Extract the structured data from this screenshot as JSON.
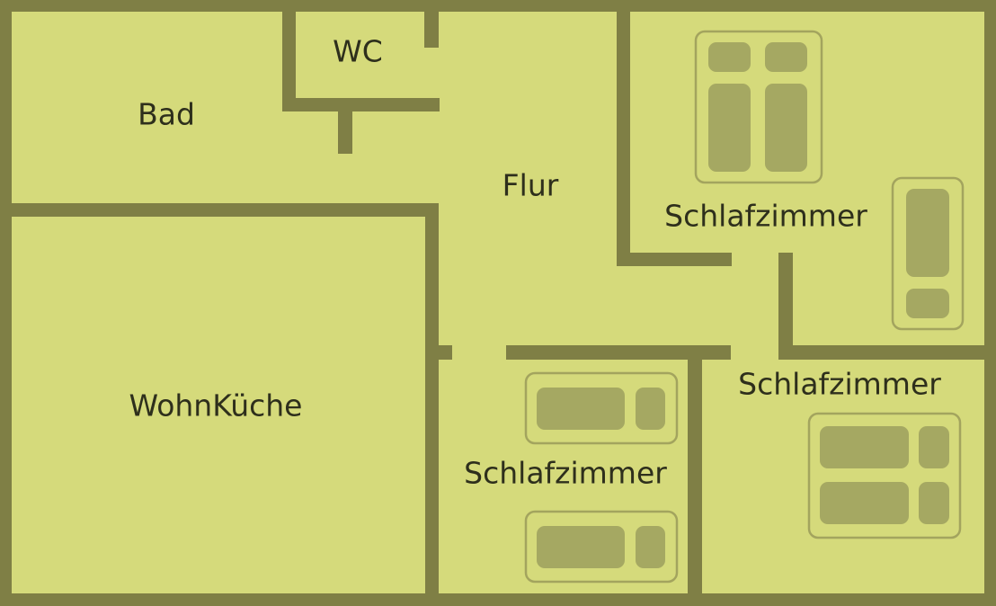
{
  "colors": {
    "floor": "#d5da7b",
    "wall": "#7f7f45",
    "furniture_outline": "#a3a45e",
    "furniture_fill": "#a5a862",
    "text": "#2e2f1c"
  },
  "rooms": {
    "bad": "Bad",
    "wc": "WC",
    "flur": "Flur",
    "wohnkueche": "WohnKüche",
    "schlafzimmer_1": "Schlafzimmer",
    "schlafzimmer_2": "Schlafzimmer",
    "schlafzimmer_3": "Schlafzimmer"
  }
}
